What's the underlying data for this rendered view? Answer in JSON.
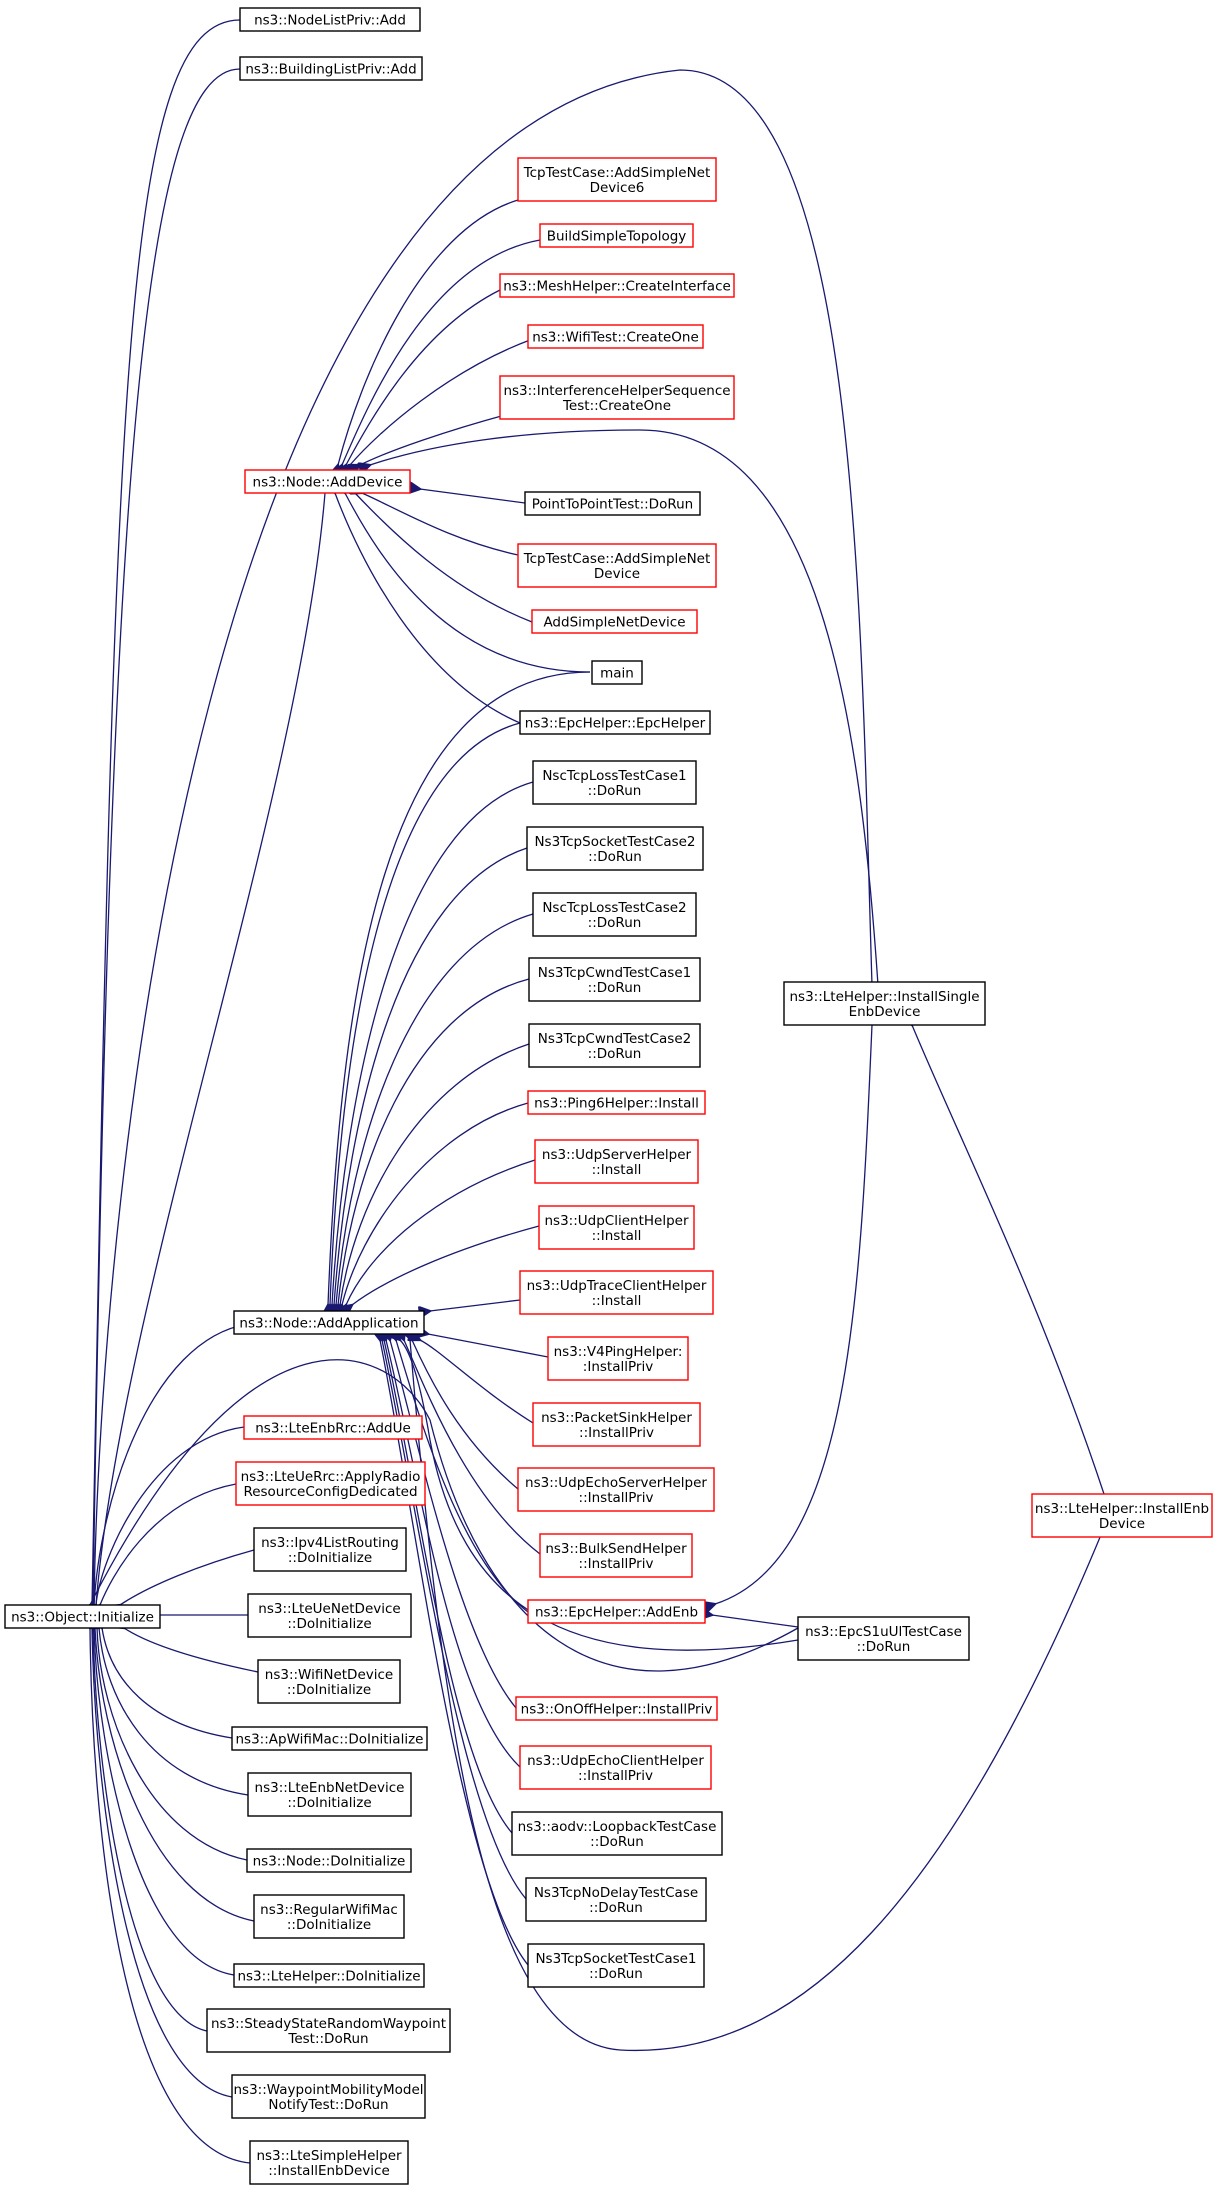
{
  "colors": {
    "edge": "#191970",
    "border_black": "#000000",
    "border_red": "#ff0000",
    "root_fill": "#bfbfbf"
  },
  "nodes": [
    {
      "id": "root",
      "lines": [
        "ns3::Object::Initialize"
      ],
      "style": "root"
    },
    {
      "id": "n_nodelist",
      "lines": [
        "ns3::NodeListPriv::Add"
      ],
      "style": "black"
    },
    {
      "id": "n_buildinglist",
      "lines": [
        "ns3::BuildingListPriv::Add"
      ],
      "style": "black"
    },
    {
      "id": "n_adddevice",
      "lines": [
        "ns3::Node::AddDevice"
      ],
      "style": "red"
    },
    {
      "id": "n_addapp",
      "lines": [
        "ns3::Node::AddApplication"
      ],
      "style": "black"
    },
    {
      "id": "n_lteenbrrc",
      "lines": [
        "ns3::LteEnbRrc::AddUe"
      ],
      "style": "red"
    },
    {
      "id": "n_lteuerrc",
      "lines": [
        "ns3::LteUeRrc::ApplyRadio",
        "ResourceConfigDedicated"
      ],
      "style": "red"
    },
    {
      "id": "n_ipv4list",
      "lines": [
        "ns3::Ipv4ListRouting",
        "::DoInitialize"
      ],
      "style": "black"
    },
    {
      "id": "n_lteuenet",
      "lines": [
        "ns3::LteUeNetDevice",
        "::DoInitialize"
      ],
      "style": "black"
    },
    {
      "id": "n_wifinet",
      "lines": [
        "ns3::WifiNetDevice",
        "::DoInitialize"
      ],
      "style": "black"
    },
    {
      "id": "n_apwifi",
      "lines": [
        "ns3::ApWifiMac::DoInitialize"
      ],
      "style": "black"
    },
    {
      "id": "n_lteenbnet",
      "lines": [
        "ns3::LteEnbNetDevice",
        "::DoInitialize"
      ],
      "style": "black"
    },
    {
      "id": "n_nodedoinit",
      "lines": [
        "ns3::Node::DoInitialize"
      ],
      "style": "black"
    },
    {
      "id": "n_regwifi",
      "lines": [
        "ns3::RegularWifiMac",
        "::DoInitialize"
      ],
      "style": "black"
    },
    {
      "id": "n_ltehelperinit",
      "lines": [
        "ns3::LteHelper::DoInitialize"
      ],
      "style": "black"
    },
    {
      "id": "n_steady",
      "lines": [
        "ns3::SteadyStateRandomWaypoint",
        "Test::DoRun"
      ],
      "style": "black"
    },
    {
      "id": "n_waypoint",
      "lines": [
        "ns3::WaypointMobilityModel",
        "NotifyTest::DoRun"
      ],
      "style": "black"
    },
    {
      "id": "n_ltesimple",
      "lines": [
        "ns3::LteSimpleHelper",
        "::InstallEnbDevice"
      ],
      "style": "black"
    },
    {
      "id": "n_tcp6",
      "lines": [
        "TcpTestCase::AddSimpleNet",
        "Device6"
      ],
      "style": "red"
    },
    {
      "id": "n_buildsimple",
      "lines": [
        "BuildSimpleTopology"
      ],
      "style": "red"
    },
    {
      "id": "n_meshhelper",
      "lines": [
        "ns3::MeshHelper::CreateInterface"
      ],
      "style": "red"
    },
    {
      "id": "n_wifitest",
      "lines": [
        "ns3::WifiTest::CreateOne"
      ],
      "style": "red"
    },
    {
      "id": "n_interf",
      "lines": [
        "ns3::InterferenceHelperSequence",
        "Test::CreateOne"
      ],
      "style": "red"
    },
    {
      "id": "n_p2p",
      "lines": [
        "PointToPointTest::DoRun"
      ],
      "style": "black"
    },
    {
      "id": "n_tcpadd",
      "lines": [
        "TcpTestCase::AddSimpleNet",
        "Device"
      ],
      "style": "red"
    },
    {
      "id": "n_addsimple",
      "lines": [
        "AddSimpleNetDevice"
      ],
      "style": "red"
    },
    {
      "id": "n_main",
      "lines": [
        "main"
      ],
      "style": "black"
    },
    {
      "id": "n_epchelper",
      "lines": [
        "ns3::EpcHelper::EpcHelper"
      ],
      "style": "black"
    },
    {
      "id": "n_nscloss1",
      "lines": [
        "NscTcpLossTestCase1",
        "::DoRun"
      ],
      "style": "black"
    },
    {
      "id": "n_ns3sock2",
      "lines": [
        "Ns3TcpSocketTestCase2",
        "::DoRun"
      ],
      "style": "black"
    },
    {
      "id": "n_nscloss2",
      "lines": [
        "NscTcpLossTestCase2",
        "::DoRun"
      ],
      "style": "black"
    },
    {
      "id": "n_cwnd1",
      "lines": [
        "Ns3TcpCwndTestCase1",
        "::DoRun"
      ],
      "style": "black"
    },
    {
      "id": "n_cwnd2",
      "lines": [
        "Ns3TcpCwndTestCase2",
        "::DoRun"
      ],
      "style": "black"
    },
    {
      "id": "n_ping6",
      "lines": [
        "ns3::Ping6Helper::Install"
      ],
      "style": "red"
    },
    {
      "id": "n_udpserver",
      "lines": [
        "ns3::UdpServerHelper",
        "::Install"
      ],
      "style": "red"
    },
    {
      "id": "n_udpclient",
      "lines": [
        "ns3::UdpClientHelper",
        "::Install"
      ],
      "style": "red"
    },
    {
      "id": "n_udptrace",
      "lines": [
        "ns3::UdpTraceClientHelper",
        "::Install"
      ],
      "style": "red"
    },
    {
      "id": "n_v4ping",
      "lines": [
        "ns3::V4PingHelper:",
        ":InstallPriv"
      ],
      "style": "red"
    },
    {
      "id": "n_packetsink",
      "lines": [
        "ns3::PacketSinkHelper",
        "::InstallPriv"
      ],
      "style": "red"
    },
    {
      "id": "n_udpecho",
      "lines": [
        "ns3::UdpEchoServerHelper",
        "::InstallPriv"
      ],
      "style": "red"
    },
    {
      "id": "n_bulksend",
      "lines": [
        "ns3::BulkSendHelper",
        "::InstallPriv"
      ],
      "style": "red"
    },
    {
      "id": "n_epcaddenb",
      "lines": [
        "ns3::EpcHelper::AddEnb"
      ],
      "style": "red"
    },
    {
      "id": "n_onoff",
      "lines": [
        "ns3::OnOffHelper::InstallPriv"
      ],
      "style": "red"
    },
    {
      "id": "n_udpechoclient",
      "lines": [
        "ns3::UdpEchoClientHelper",
        "::InstallPriv"
      ],
      "style": "red"
    },
    {
      "id": "n_aodv",
      "lines": [
        "ns3::aodv::LoopbackTestCase",
        "::DoRun"
      ],
      "style": "black"
    },
    {
      "id": "n_nodelay",
      "lines": [
        "Ns3TcpNoDelayTestCase",
        "::DoRun"
      ],
      "style": "black"
    },
    {
      "id": "n_sock1",
      "lines": [
        "Ns3TcpSocketTestCase1",
        "::DoRun"
      ],
      "style": "black"
    },
    {
      "id": "n_installsingle",
      "lines": [
        "ns3::LteHelper::InstallSingle",
        "EnbDevice"
      ],
      "style": "black"
    },
    {
      "id": "n_installenb",
      "lines": [
        "ns3::LteHelper::InstallEnb",
        "Device"
      ],
      "style": "red"
    },
    {
      "id": "n_epcs1u",
      "lines": [
        "ns3::EpcS1uUlTestCase",
        "::DoRun"
      ],
      "style": "black"
    }
  ]
}
